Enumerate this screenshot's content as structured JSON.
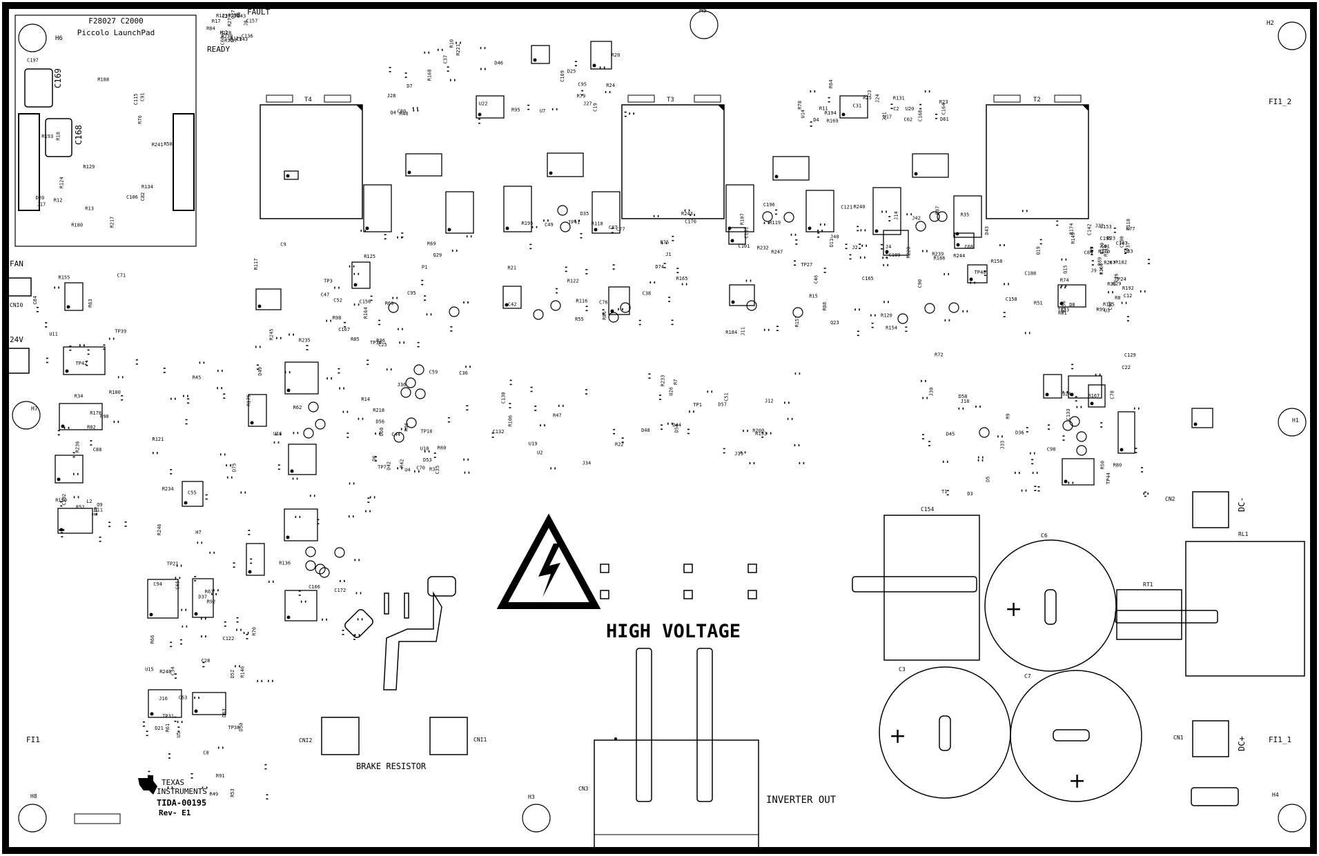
{
  "board": {
    "launchpad": {
      "line1": "F28027 C2000",
      "line2": "Piccolo LaunchPad"
    },
    "status_fault": "FAULT",
    "status_ready": "READY",
    "fan": "FAN",
    "supply_24v": "24V",
    "fiducials": [
      "FI1_2",
      "FI1",
      "FI1_1"
    ],
    "warning_text": "HIGH VOLTAGE",
    "brake_resistor": "BRAKE RESISTOR",
    "inverter_out": "INVERTER OUT",
    "dc_minus": "DC-",
    "dc_plus": "DC+",
    "brand_line1": "TEXAS",
    "brand_line2": "INSTRUMENTS",
    "part_number": "TIDA-00195",
    "revision": "Rev- E1",
    "connectors": {
      "cni2": "CNI2",
      "cni1": "CNI1",
      "cn3": "CN3",
      "cn1": "CN1",
      "cn2": "CN2",
      "cn10": "CNI0",
      "c154": "C154",
      "c6": "C6",
      "c3": "C3",
      "c7": "C7",
      "rl1": "RL1",
      "rt1": "RT1"
    },
    "holes": [
      "H6",
      "H5",
      "H2",
      "H7",
      "H1",
      "H8",
      "H3",
      "H4"
    ],
    "transformers": [
      "T4",
      "T3",
      "T2"
    ],
    "refs": [
      "C167",
      "C170",
      "C165",
      "C158",
      "C97",
      "C88",
      "U16",
      "U15",
      "U4",
      "U2",
      "U24",
      "U22",
      "U20",
      "U9",
      "C91",
      "C60",
      "C52",
      "C42",
      "Q23",
      "Q19",
      "Q15",
      "Q11",
      "C94",
      "C8",
      "C59",
      "C51",
      "J33",
      "J27",
      "J21",
      "J9",
      "R188",
      "R190",
      "R164",
      "R165",
      "R184",
      "R186",
      "R149",
      "R150",
      "R136",
      "R146",
      "R42",
      "R7",
      "C22",
      "C95",
      "C2",
      "C12",
      "C106",
      "C136",
      "TP30",
      "TP41",
      "TP27",
      "TP40",
      "TP24",
      "TP39",
      "TP21",
      "TP38",
      "J36",
      "J34",
      "J30",
      "J28",
      "J24",
      "J22",
      "J17",
      "J8",
      "R245",
      "R243",
      "R240",
      "R239",
      "R237",
      "R236",
      "R234",
      "D52",
      "D56",
      "D48",
      "D5",
      "Q4",
      "D61",
      "R182",
      "R180",
      "R179",
      "P1",
      "D35",
      "D11",
      "C90",
      "C89",
      "L2",
      "H7",
      "C122",
      "R96",
      "R153",
      "D36",
      "R95",
      "U17",
      "C118",
      "D20",
      "L1",
      "R98",
      "R116",
      "C121",
      "R154",
      "R99",
      "R100",
      "D37",
      "D21",
      "C36",
      "U19",
      "T1",
      "C37",
      "U14",
      "C83",
      "C197",
      "R84",
      "R85",
      "R86",
      "R88",
      "R87",
      "R81",
      "C84",
      "C166",
      "D63",
      "C44",
      "R200",
      "R80",
      "R79",
      "R78",
      "R77",
      "R76",
      "R123",
      "C95",
      "C87",
      "C101",
      "C188",
      "R174",
      "R178",
      "R175",
      "TP31",
      "TP7",
      "J39",
      "C98",
      "C19",
      "R194",
      "R192",
      "R193",
      "Q27",
      "Q29",
      "R195",
      "J40",
      "J42",
      "TP33",
      "TP42",
      "R246",
      "R248",
      "D60",
      "U26",
      "R167",
      "R168",
      "R169",
      "R170",
      "R217",
      "C157",
      "C156",
      "D74",
      "C161",
      "C189",
      "C107",
      "U11",
      "C65",
      "C63",
      "R218",
      "J12",
      "J18",
      "R221",
      "C62",
      "C190",
      "R58",
      "TP43",
      "TP3",
      "R55",
      "J11",
      "J14",
      "C104",
      "C192",
      "D75",
      "U5",
      "C70",
      "R22",
      "R9",
      "R24",
      "R25",
      "C81",
      "C82",
      "R27",
      "R117",
      "R118",
      "R119",
      "R120",
      "R74",
      "R19",
      "D49",
      "D50",
      "D6",
      "D57",
      "D58",
      "D25",
      "C164",
      "C153",
      "R241",
      "R238",
      "R235",
      "C38",
      "R247",
      "R244",
      "C142",
      "C71",
      "C55",
      "R49",
      "D53",
      "D54",
      "D45",
      "D46",
      "D4",
      "D23",
      "C115",
      "C143",
      "C25",
      "J1",
      "J2",
      "J4",
      "C29",
      "Q9",
      "R121",
      "J16",
      "TP18",
      "TP1",
      "TP44",
      "U7",
      "C31",
      "R219",
      "R12",
      "R17",
      "R69",
      "C76",
      "R15",
      "C68",
      "U3",
      "R63",
      "R62",
      "R61",
      "R60",
      "R233",
      "D3",
      "R48",
      "J3",
      "TP37",
      "R134",
      "R37",
      "R36",
      "R122",
      "R107",
      "R35",
      "R38",
      "R34",
      "C172",
      "C28",
      "C35",
      "C132",
      "C133"
    ],
    "mid_refs": [
      "R10",
      "R11",
      "C26",
      "R124",
      "C27",
      "R125",
      "R21",
      "R232",
      "D43",
      "R89",
      "R90",
      "R92",
      "R91",
      "D42",
      "D44",
      "R72",
      "C80",
      "R23",
      "C195",
      "R18",
      "R71",
      "C47",
      "C49",
      "R157",
      "R158",
      "R156",
      "R155",
      "R70",
      "C34",
      "R14",
      "R106",
      "C78",
      "R20",
      "R131",
      "R130",
      "R129",
      "R128",
      "R69",
      "C77",
      "C46",
      "R220",
      "R105",
      "R82",
      "R67",
      "R66"
    ],
    "mcu_refs": [
      "U18",
      "C130",
      "C129",
      "C169",
      "C168",
      "R8",
      "R13",
      "C6",
      "C9",
      "R75",
      "C196",
      "R51",
      "D8",
      "R52",
      "R45",
      "R53",
      "R3",
      "R47",
      "R50",
      "D7",
      "R64"
    ]
  }
}
